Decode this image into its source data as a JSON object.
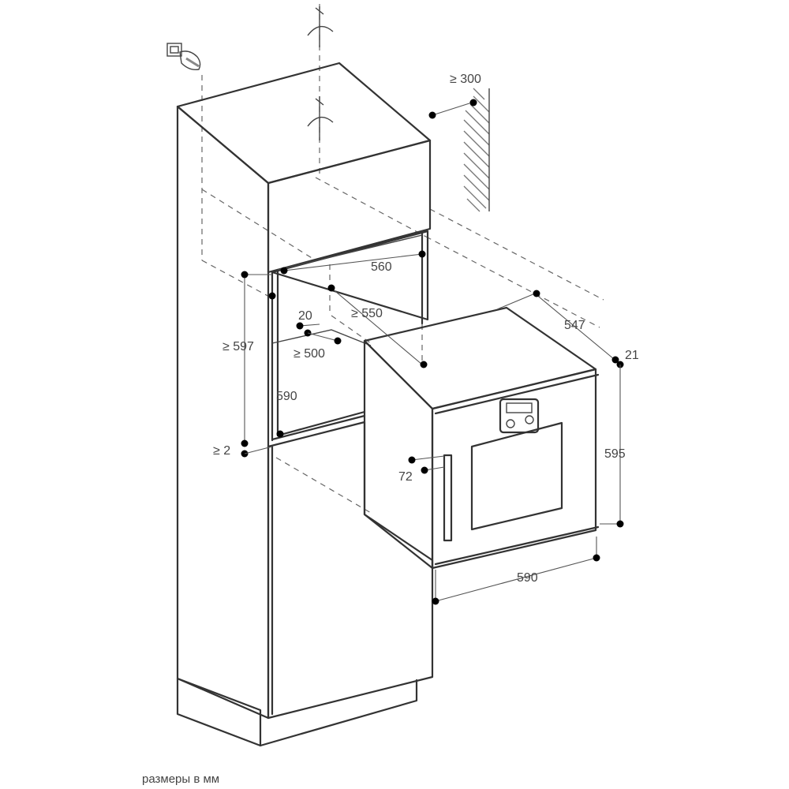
{
  "dimensions": {
    "wall_clearance": "≥ 300",
    "niche_width": "560",
    "niche_depth": "≥ 550",
    "vent_gap": "20",
    "vent_depth": "≥ 500",
    "niche_height_min": "≥ 597",
    "niche_height": "590",
    "bottom_gap": "≥ 2",
    "oven_depth": "547",
    "door_thickness": "21",
    "oven_height": "595",
    "oven_width": "590",
    "handle_offset": "72"
  },
  "caption": "размеры в мм"
}
